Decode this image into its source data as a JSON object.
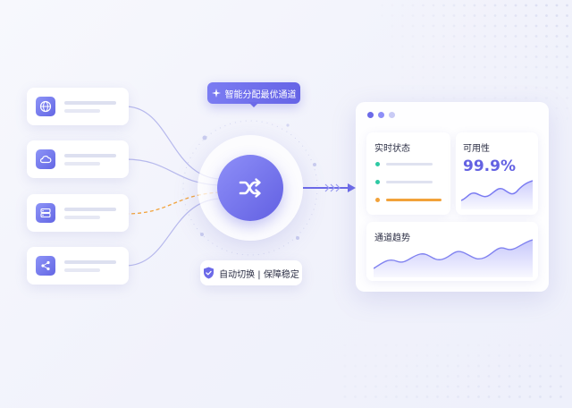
{
  "router": {
    "top_label": "智能分配最优通道",
    "top_icon": "sparkle-icon",
    "hub_icon": "shuffle-icon",
    "bottom_label": "自动切换 | 保障稳定",
    "bottom_icon": "shield-check-icon"
  },
  "sources": [
    {
      "icon": "globe-icon",
      "status_color": "#2ec9a4"
    },
    {
      "icon": "cloud-icon",
      "status_color": "#2ec9a4"
    },
    {
      "icon": "server-icon",
      "status_color": "#f2a23a"
    },
    {
      "icon": "share-icon",
      "status_color": "#2ec9a4"
    }
  ],
  "dashboard": {
    "status_card": {
      "title": "实时状态",
      "rows": [
        {
          "dot_color": "#2ec9a4",
          "bar_color": "#dfe2f0"
        },
        {
          "dot_color": "#2ec9a4",
          "bar_color": "#dfe2f0"
        },
        {
          "dot_color": "#f2a23a",
          "bar_color": "#f2a23a"
        }
      ]
    },
    "availability_card": {
      "title": "可用性",
      "value": "99.9%"
    },
    "trend_card": {
      "title": "通道趋势"
    }
  },
  "colors": {
    "accent": "#6462e2",
    "accent_light": "#8e8ff8",
    "green": "#2ec9a4",
    "orange": "#f2a23a"
  }
}
